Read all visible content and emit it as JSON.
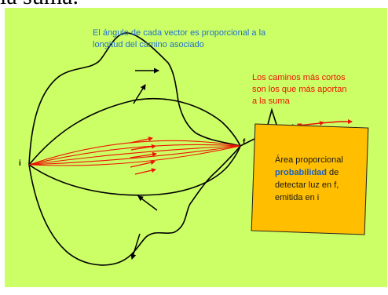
{
  "header": {
    "partial_text": "la suma."
  },
  "notes": {
    "angle_line1": "El ángulo de cada vector es proporcional a la",
    "angle_line2": "longitud del camino asociado",
    "shortest_line1": "Los caminos más cortos",
    "shortest_line2": "son los que más aportan",
    "shortest_line3": "a la suma"
  },
  "labels": {
    "start": "i",
    "end": "f"
  },
  "area": {
    "line1": "Área proporcional",
    "line2_bold": "probabilidad",
    "line2_rest": " de",
    "line3": "detectar luz en f,",
    "line4": "emitida en i"
  },
  "colors": {
    "panel": "#ccff66",
    "arrows_near_straight": "#ee1100",
    "paths": "#000000",
    "area_fill": "#ffbe00",
    "note_blue": "#1f6fd0",
    "note_red": "#ee1100"
  }
}
